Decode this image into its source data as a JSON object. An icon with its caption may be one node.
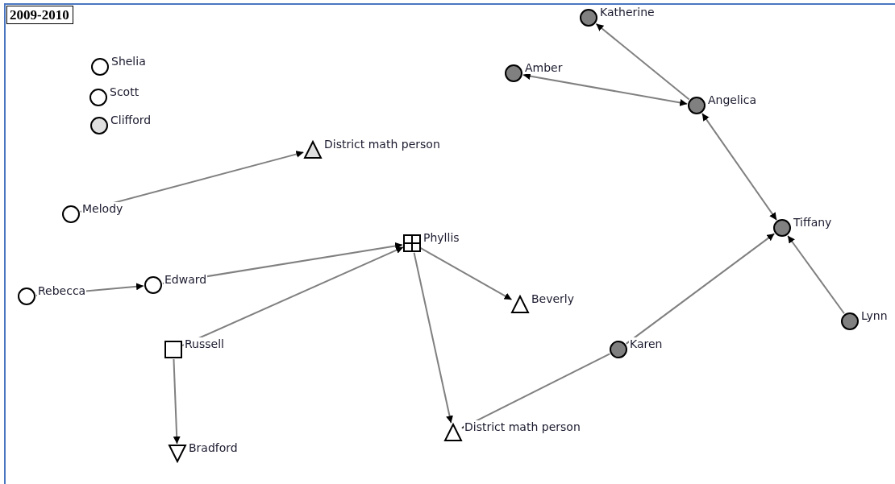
{
  "diagram": {
    "title": "2009-2010",
    "nodes": [
      {
        "text": [
          "Shelia"
        ]
      },
      {
        "text": [
          "Scott"
        ]
      },
      {
        "text": [
          "Clifford"
        ]
      },
      {
        "text": [
          "District math person"
        ]
      },
      {
        "text": [
          "Melody"
        ]
      },
      {
        "text": [
          "Rebecca"
        ]
      },
      {
        "text": [
          "Edward"
        ]
      },
      {
        "text": [
          "Phyllis"
        ]
      },
      {
        "text": [
          "Russell"
        ]
      },
      {
        "text": [
          "Bradford"
        ]
      },
      {
        "text": [
          "Beverly"
        ]
      },
      {
        "text": [
          "District math person"
        ]
      },
      {
        "text": [
          "Karen"
        ]
      },
      {
        "text": [
          "Lynn"
        ]
      },
      {
        "text": [
          "Tiffany"
        ]
      },
      {
        "text": [
          "Angelica"
        ]
      },
      {
        "text": [
          "Amber"
        ]
      },
      {
        "text": [
          "Katherine"
        ]
      }
    ],
    "edges": [
      {
        "from": 4,
        "to": 3,
        "arrow": "to"
      },
      {
        "from": 5,
        "to": 6,
        "arrow": "to"
      },
      {
        "from": 6,
        "to": 7,
        "arrow": "to"
      },
      {
        "from": 8,
        "to": 7,
        "arrow": "to"
      },
      {
        "from": 8,
        "to": 9,
        "arrow": "to"
      },
      {
        "from": 7,
        "to": 10,
        "arrow": "to"
      },
      {
        "from": 7,
        "to": 11,
        "arrow": "to"
      },
      {
        "from": 12,
        "to": 11,
        "arrow": "to"
      },
      {
        "from": 12,
        "to": 14,
        "arrow": "to"
      },
      {
        "from": 13,
        "to": 14,
        "arrow": "to"
      },
      {
        "from": 15,
        "to": 14,
        "arrow": "both"
      },
      {
        "from": 15,
        "to": 17,
        "arrow": "to"
      },
      {
        "from": 15,
        "to": 16,
        "arrow": "both"
      }
    ]
  }
}
